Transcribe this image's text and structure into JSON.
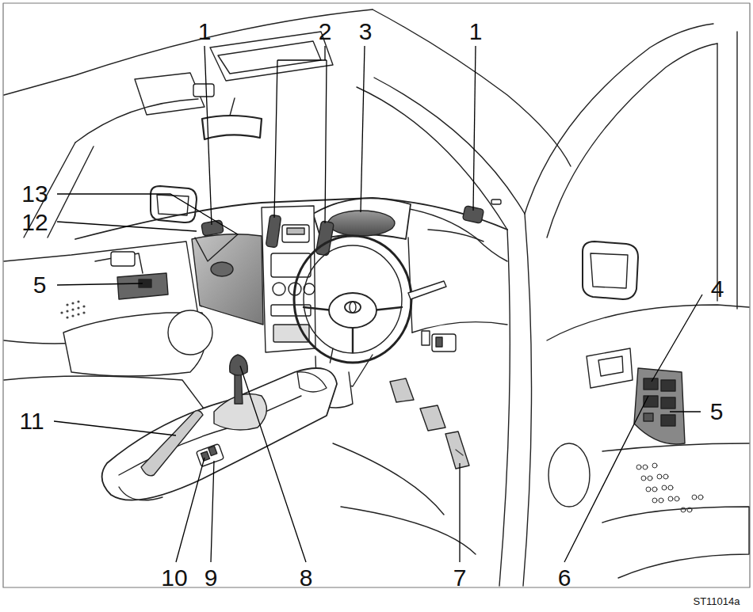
{
  "diagram": {
    "labels": [
      "1",
      "2",
      "3",
      "1",
      "13",
      "12",
      "5",
      "4",
      "5",
      "11",
      "10",
      "9",
      "8",
      "7",
      "6",
      "ST11014a"
    ]
  }
}
